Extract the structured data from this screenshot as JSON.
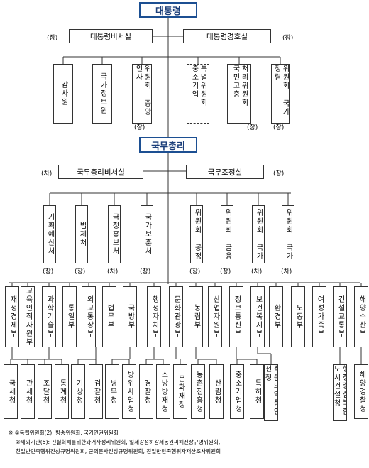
{
  "top": {
    "president": "대통령",
    "pm": "국무총리"
  },
  "president_staff": [
    {
      "label": "대통령비서실",
      "mark": "(장)"
    },
    {
      "label": "대통령경호실",
      "mark": "(장)"
    }
  ],
  "president_agencies": [
    {
      "label": "감사원",
      "mark": "",
      "dashed": false
    },
    {
      "label": "국가정보원",
      "mark": "",
      "dashed": false
    },
    {
      "label": "위원회 중앙인사",
      "mark": "(장)",
      "dashed": false
    },
    {
      "label": "특별위원회 중소기업",
      "mark": "",
      "dashed": true
    },
    {
      "label": "처리위원회 국민고충",
      "mark": "(장)",
      "dashed": false
    },
    {
      "label": "위원회 국가청렴",
      "mark": "(장)",
      "dashed": false
    }
  ],
  "pm_staff": [
    {
      "label": "국무총리비서실",
      "mark": "(차)"
    },
    {
      "label": "국무조정실",
      "mark": "(장)"
    }
  ],
  "pm_agencies": [
    {
      "label": "기획예산처",
      "mark": "(장)"
    },
    {
      "label": "법제처",
      "mark": "(장)"
    },
    {
      "label": "국정홍보처",
      "mark": "(차)"
    },
    {
      "label": "국가보훈처",
      "mark": "(장)"
    },
    {
      "label": "위원회 공정",
      "mark": "(장)"
    },
    {
      "label": "위원회 금융",
      "mark": "(장)"
    },
    {
      "label": "위원회 국가",
      "mark": "(차)"
    },
    {
      "label": "위원회 국가",
      "mark": "(차)"
    }
  ],
  "ministries": [
    "재정경제부",
    "교육인적자원부",
    "과학기술부",
    "통일부",
    "외교통상부",
    "법무부",
    "국방부",
    "행정자치부",
    "문화관광부",
    "농림부",
    "산업자원부",
    "정보통신부",
    "보건복지부",
    "환경부",
    "노동부",
    "여성가족부",
    "건설교통부",
    "해양수산부"
  ],
  "agencies": [
    "국세청",
    "관세청",
    "조달청",
    "통계청",
    "기상청",
    "검찰청",
    "병무청",
    "방위사업청",
    "경찰청",
    "소방방재청",
    "문화재청",
    "농촌진흥청",
    "산림청",
    "중소기업청",
    "특허청",
    "식품의약품안전청",
    "행정중심복합도시건설청",
    "해양경찰청"
  ],
  "notes": [
    "※ ①독립위원회(2): 방송위원회, 국가인권위원회",
    "②제외기관(5): 진실화해를위한과거사정리위원회, 일제강점하강제동원피해진상규명위원회,",
    "친일반민족행위진상규명위원회, 군의문사진상규명위원회, 친일반민족행위자재산조사위원회"
  ]
}
